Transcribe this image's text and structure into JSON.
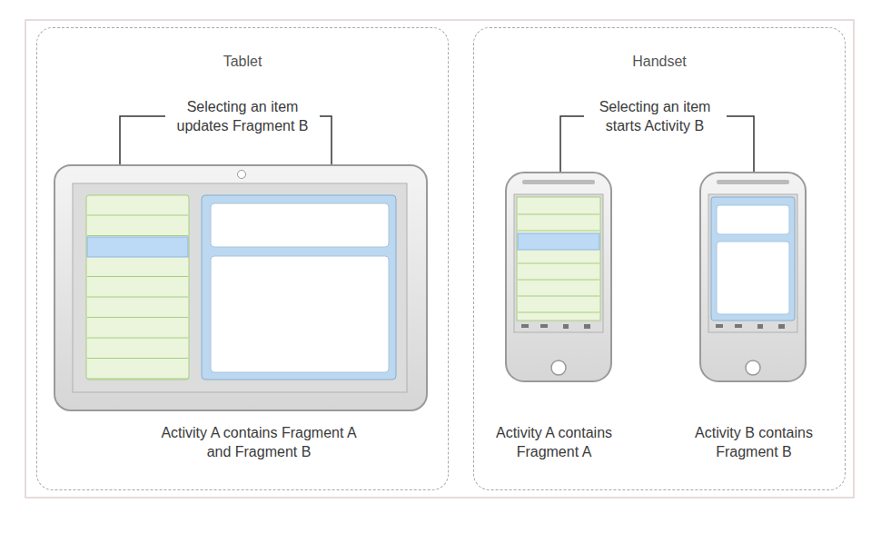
{
  "diagram": {
    "nodes": [
      {
        "text": [
          "Tablet"
        ]
      },
      {
        "text": [
          "Handset"
        ]
      }
    ],
    "labels": [
      "Selecting an item updates Fragment B",
      "Activity A contains Fragment A and Fragment B",
      "Selecting an item starts Activity B",
      "Activity A contains Fragment A",
      "Activity B contains Fragment B"
    ]
  }
}
